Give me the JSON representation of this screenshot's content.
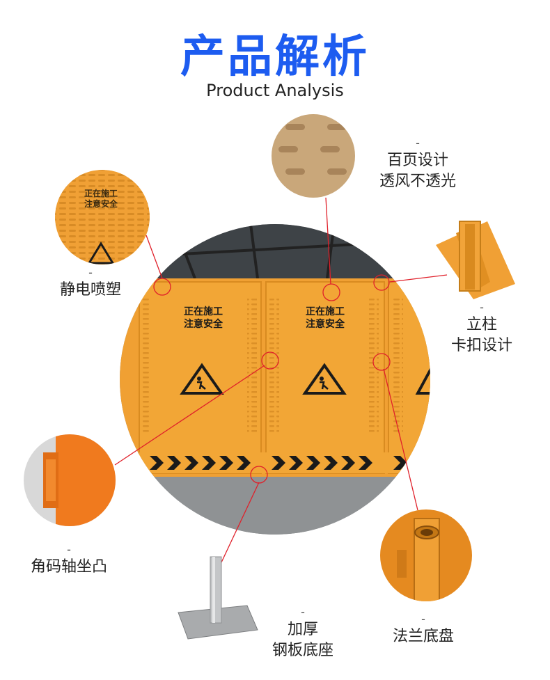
{
  "header": {
    "title_cn": "产品解析",
    "title_en": "Product Analysis"
  },
  "panel_sign": {
    "line1": "正在施工",
    "line2": "注意安全"
  },
  "callouts": [
    {
      "dash": "-",
      "lines": [
        "静电喷塑"
      ]
    },
    {
      "dash": "-",
      "lines": [
        "百页设计",
        "透风不透光"
      ]
    },
    {
      "dash": "-",
      "lines": [
        "立柱",
        "卡扣设计"
      ]
    },
    {
      "dash": "-",
      "lines": [
        "角码轴坐凸"
      ]
    },
    {
      "dash": "-",
      "lines": [
        "加厚",
        "钢板底座"
      ]
    },
    {
      "dash": "-",
      "lines": [
        "法兰底盘"
      ]
    }
  ],
  "colors": {
    "title": "#1d5cf0",
    "panel_orange": "#f0a033",
    "callout_line": "#e0202a"
  }
}
